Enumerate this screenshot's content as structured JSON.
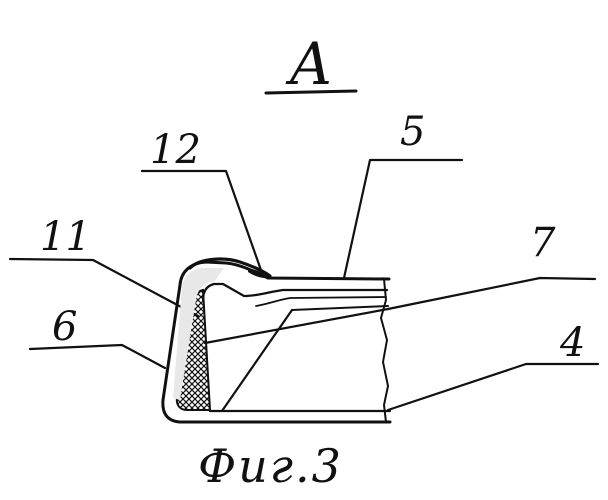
{
  "view_label": "A",
  "callouts": {
    "c12": "12",
    "c5": "5",
    "c11": "11",
    "c7": "7",
    "c6": "6",
    "c4": "4"
  },
  "caption": "Фиг.3"
}
